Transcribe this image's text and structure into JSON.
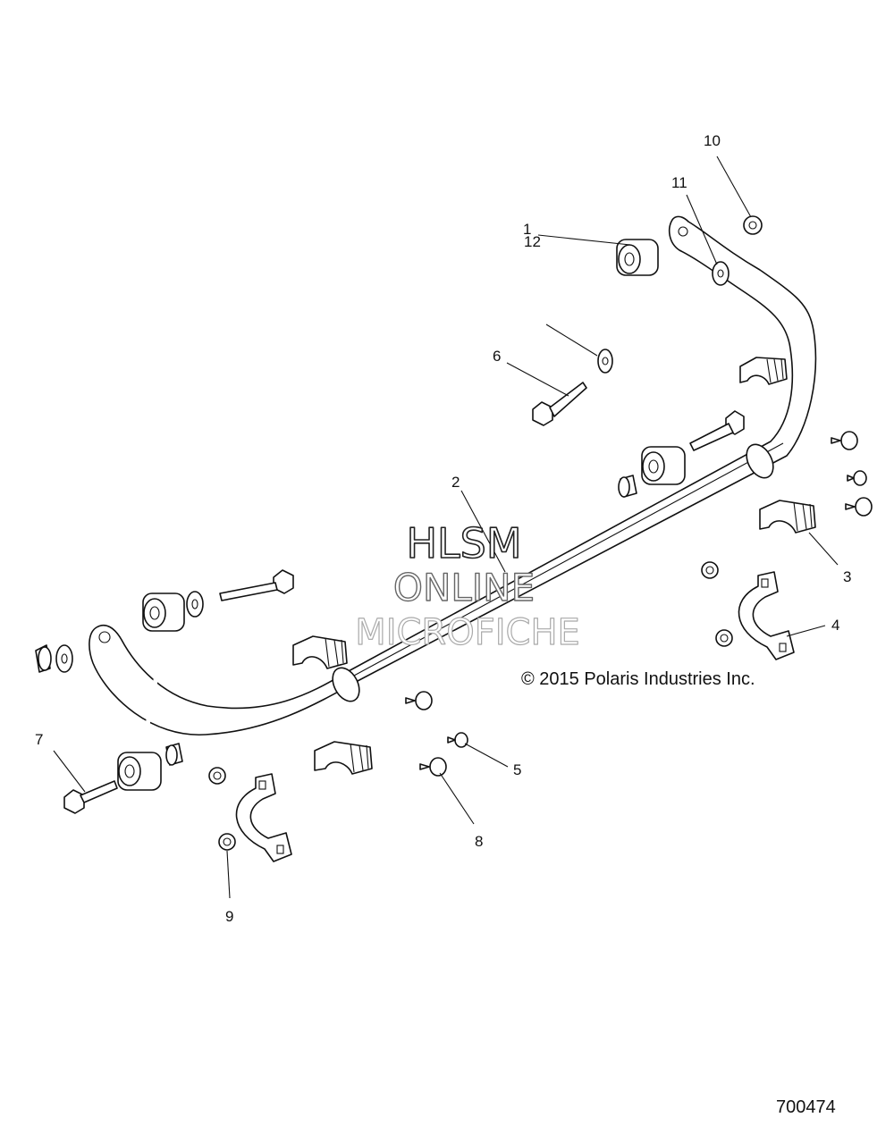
{
  "callouts": {
    "c1": "1",
    "c2": "2",
    "c3": "3",
    "c4": "4",
    "c5": "5",
    "c6": "6",
    "c7": "7",
    "c8": "8",
    "c9": "9",
    "c10": "10",
    "c11": "11",
    "c12": "12"
  },
  "watermark": {
    "line1": "HLSM",
    "line2": "ONLINE",
    "line3": "MICROFICHE"
  },
  "copyright": "© 2015 Polaris Industries Inc.",
  "figure_number": "700474"
}
